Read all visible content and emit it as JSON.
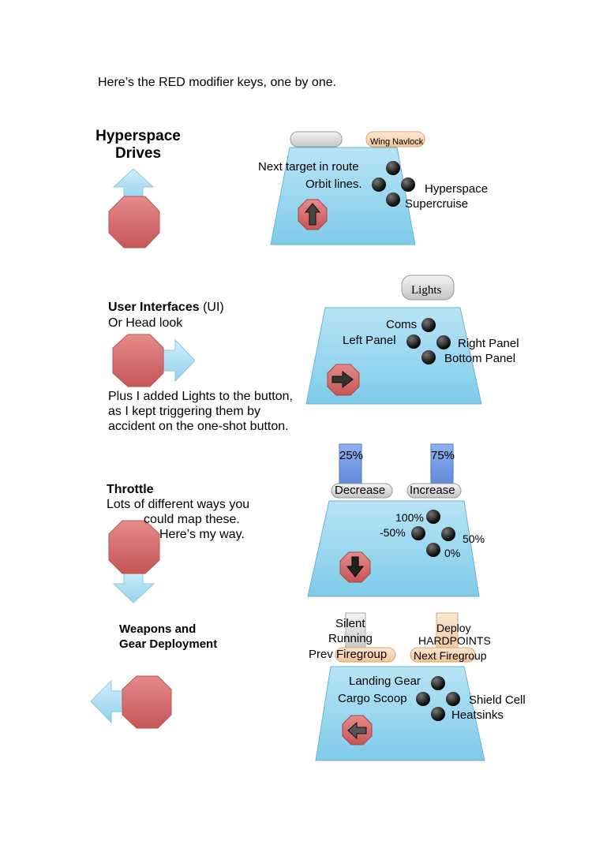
{
  "intro": "Here’s the RED modifier keys, one by one.",
  "sections": {
    "hyperspace": {
      "title_line1": "Hyperspace",
      "title_line2": "Drives",
      "tabs": {
        "left": "",
        "right": "Wing Navlock"
      },
      "hat": {
        "up": "Next target in route",
        "left": "Orbit lines.",
        "right": "Hyperspace",
        "down": "Supercruise"
      },
      "modifier_icon": "arrow-up-icon"
    },
    "ui": {
      "title_bold": "User Interfaces",
      "title_rest": " (UI)",
      "subtitle": "Or Head look",
      "note": "Plus I added Lights to the button, as I kept triggering them by accident on the one-shot button.",
      "tab": "Lights",
      "hat": {
        "up": "Coms",
        "left": "Left Panel",
        "right": "Right Panel",
        "down": "Bottom Panel"
      },
      "modifier_icon": "arrow-right-icon"
    },
    "throttle": {
      "title": "Throttle",
      "line1": "Lots of different ways you",
      "line2": "could map these.",
      "line3": "Here’s my way.",
      "bars": [
        {
          "value": "25%",
          "label": "Decrease"
        },
        {
          "value": "75%",
          "label": "Increase"
        }
      ],
      "hat": {
        "up": "100%",
        "left": "-50%",
        "right": "50%",
        "down": "0%"
      },
      "modifier_icon": "arrow-down-icon"
    },
    "weapons": {
      "title_line1": "Weapons and",
      "title_line2": "Gear Deployment",
      "left_top_line1": "Silent",
      "left_top_line2": "Running",
      "left_tab_prefix": "Prev ",
      "left_tab": "Firegroup",
      "right_top_line1": "Deploy",
      "right_top_line2": "HARDPOINTS",
      "right_tab": "Next Firegroup",
      "hat": {
        "up": "Landing Gear",
        "left": "Cargo Scoop",
        "right": "Shield Cell",
        "down": "Heatsinks"
      },
      "modifier_icon": "arrow-left-icon"
    }
  },
  "colors": {
    "panel": "#8fd0ea",
    "octagon": "#d46a6a",
    "arrow": "#a8dcf0",
    "bar": "#6f97e0",
    "tab": "#d8d8d8",
    "tab_orange": "#f5cfa8"
  }
}
